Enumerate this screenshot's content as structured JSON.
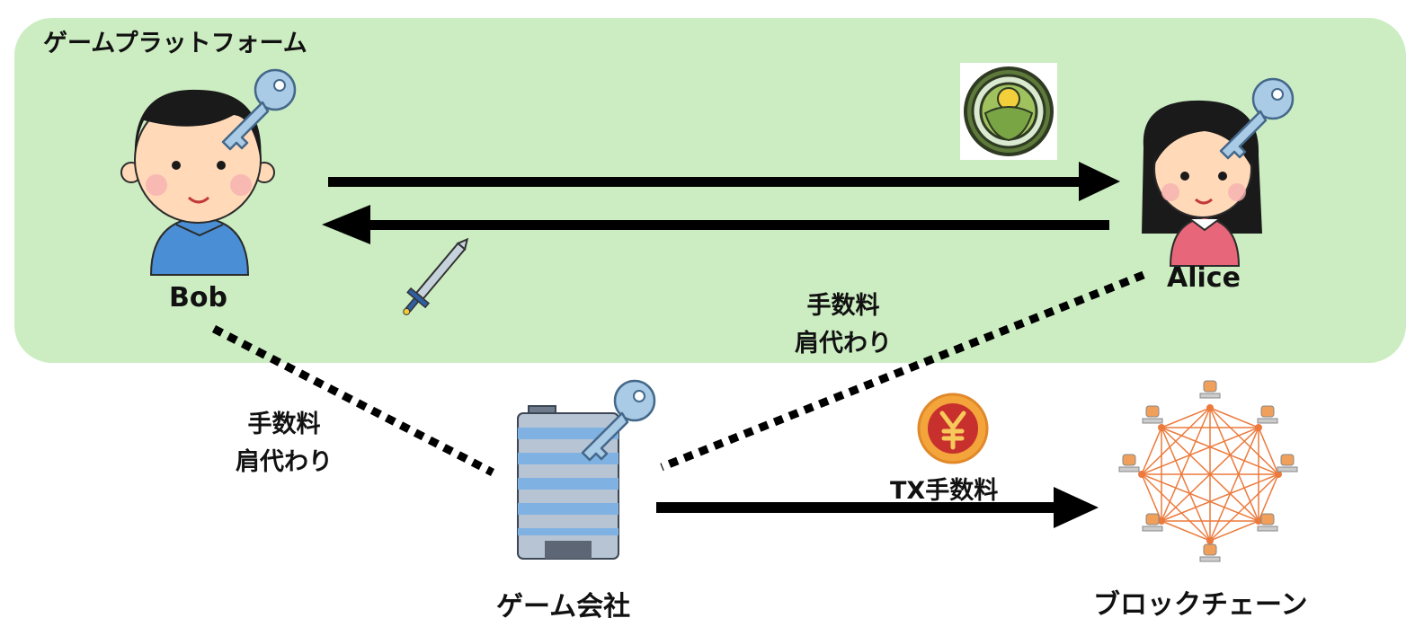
{
  "platform": {
    "title": "ゲームプラットフォーム"
  },
  "actors": {
    "bob": {
      "name": "Bob"
    },
    "alice": {
      "name": "Alice"
    },
    "company": {
      "name": "ゲーム会社"
    },
    "blockchain": {
      "name": "ブロックチェーン"
    }
  },
  "fees": {
    "left": {
      "line1": "手数料",
      "line2": "肩代わり"
    },
    "right": {
      "line1": "手数料",
      "line2": "肩代わり"
    },
    "tx": "TX手数料"
  },
  "colors": {
    "platform_bg": "#ccedc2",
    "arrow": "#000000",
    "blockchain": "#ec7a3c",
    "key": "#a9cbe6"
  },
  "icons": [
    "key-icon",
    "coin-token-icon",
    "sword-icon",
    "yen-coin-icon",
    "building-icon",
    "network-icon",
    "person-icon"
  ]
}
